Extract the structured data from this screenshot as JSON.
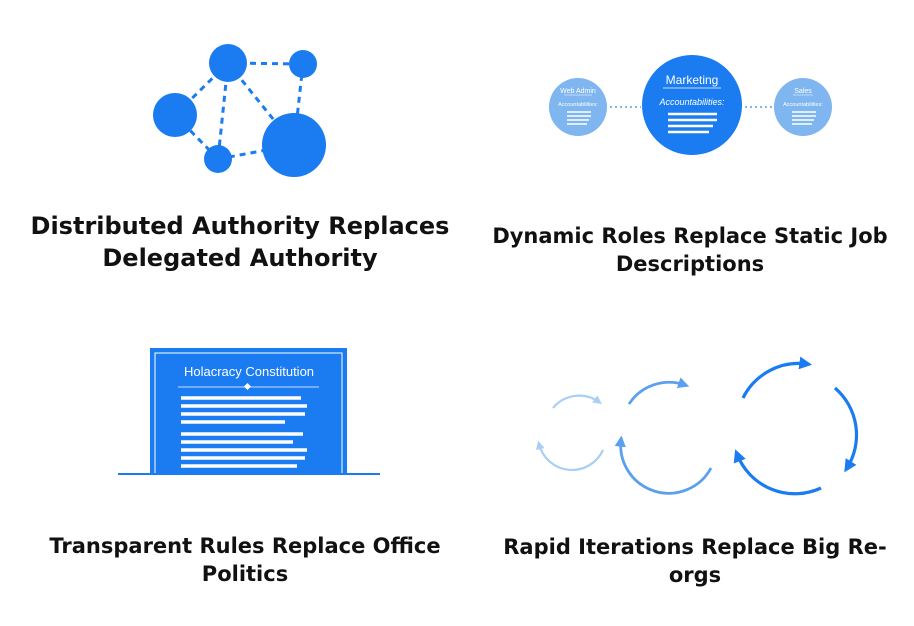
{
  "colors": {
    "primary": "#1a7cf0",
    "light": "#7fb6f0",
    "pale": "#a9cff5",
    "text": "#111111"
  },
  "panels": [
    {
      "caption": "Distributed Authority Replaces Delegated Authority",
      "icon": "network-graph-icon"
    },
    {
      "caption": "Dynamic Roles Replace Static Job Descriptions",
      "icon": "role-circles-icon",
      "roles": [
        {
          "title": "Web Admin",
          "subtitle": "Accountabilities:"
        },
        {
          "title": "Marketing",
          "subtitle": "Accountabilities:"
        },
        {
          "title": "Sales",
          "subtitle": "Accountabilities:"
        }
      ]
    },
    {
      "caption": "Transparent Rules Replace Office Politics",
      "icon": "constitution-document-icon",
      "document_title": "Holacracy Constitution"
    },
    {
      "caption": "Rapid Iterations Replace Big Re-orgs",
      "icon": "iteration-cycles-icon"
    }
  ]
}
